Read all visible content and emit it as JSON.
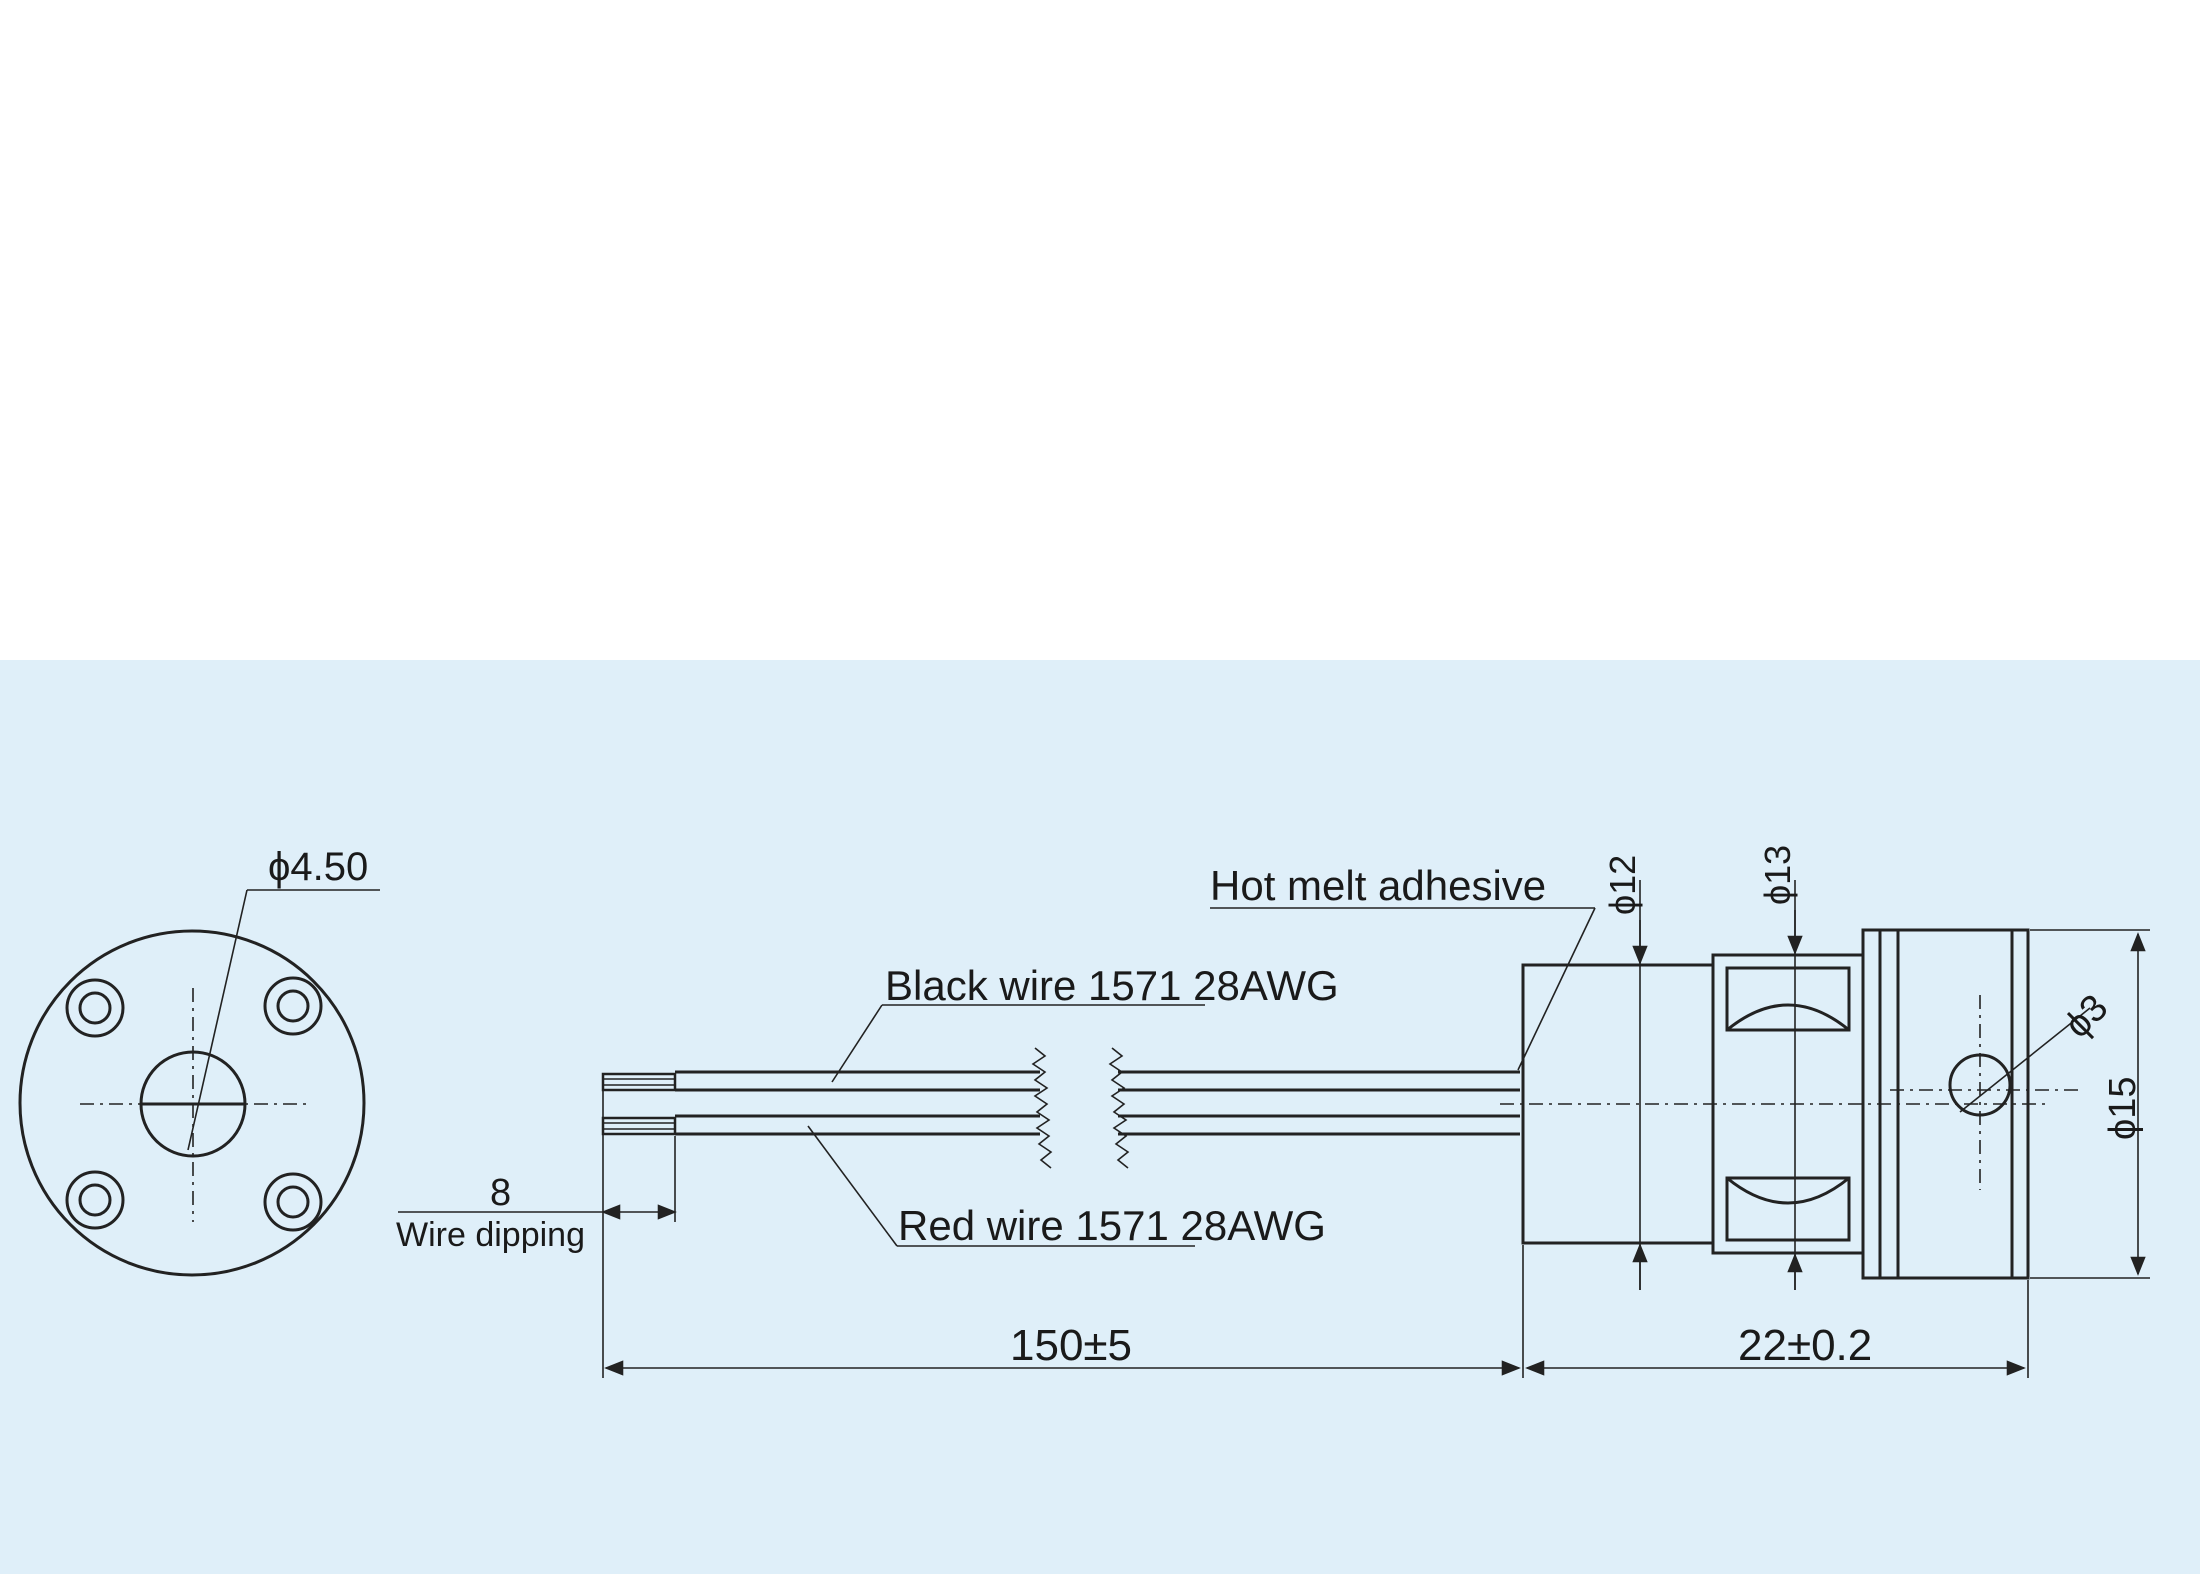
{
  "labels": {
    "dia_hole": "ϕ4.50",
    "hot_melt": "Hot melt adhesive",
    "dia_12": "ϕ12",
    "dia_13": "ϕ13",
    "black_wire": "Black wire 1571 28AWG",
    "red_wire": "Red wire 1571 28AWG",
    "dia_3": "ϕ3",
    "dia_15": "ϕ15",
    "wire_dip_value": "8",
    "wire_dip_label": "Wire dipping",
    "len_wire": "150±5",
    "len_body": "22±0.2"
  },
  "colors": {
    "background": "#dfeff9",
    "line": "#222222"
  }
}
